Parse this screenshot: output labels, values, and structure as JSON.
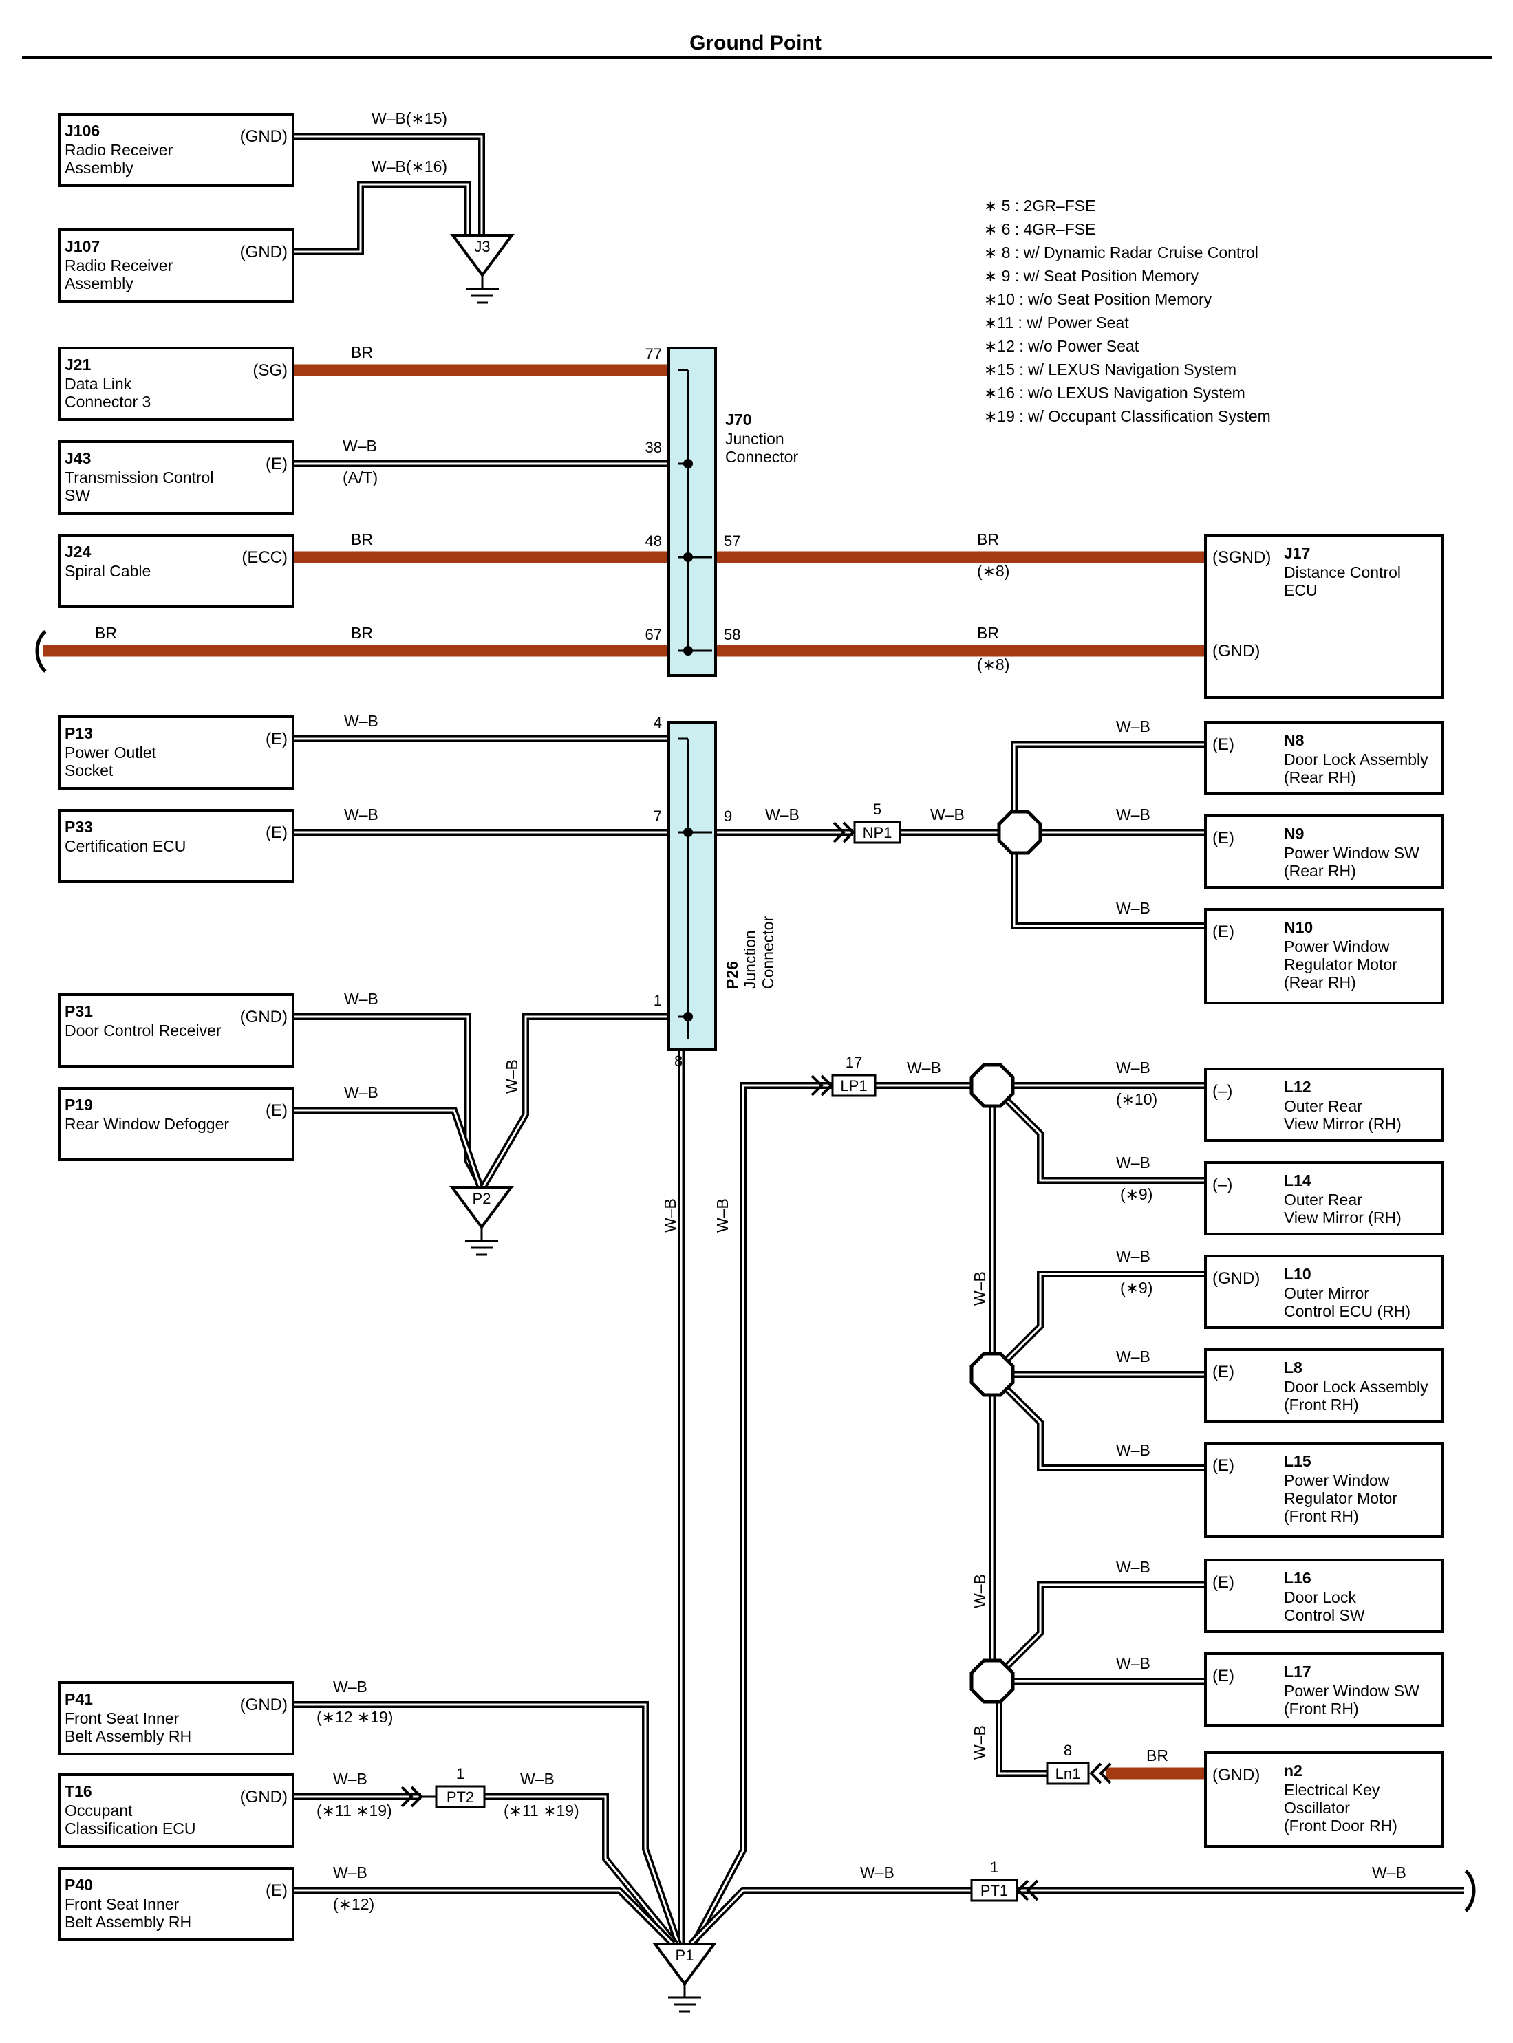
{
  "title": "Ground Point",
  "notes": [
    "∗ 5 : 2GR–FSE",
    "∗ 6 : 4GR–FSE",
    "∗ 8 : w/ Dynamic Radar Cruise Control",
    "∗ 9 : w/ Seat Position Memory",
    "∗10 : w/o Seat Position Memory",
    "∗11 : w/ Power Seat",
    "∗12 : w/o Power Seat",
    "∗15 : w/ LEXUS Navigation System",
    "∗16 : w/o LEXUS Navigation System",
    "∗19 : w/ Occupant Classification System"
  ],
  "colors": {
    "wire_br": "#a33a12",
    "junction_fill": "#cdeef0",
    "line": "#000000"
  },
  "components": {
    "J106": {
      "code": "J106",
      "name": [
        "Radio Receiver",
        "Assembly"
      ],
      "term": "(GND)"
    },
    "J107": {
      "code": "J107",
      "name": [
        "Radio Receiver",
        "Assembly"
      ],
      "term": "(GND)"
    },
    "J21": {
      "code": "J21",
      "name": [
        "Data Link",
        "Connector 3"
      ],
      "term": "(SG)"
    },
    "J43": {
      "code": "J43",
      "name": [
        "Transmission Control",
        "SW"
      ],
      "term": "(E)"
    },
    "J24": {
      "code": "J24",
      "name": [
        "Spiral Cable"
      ],
      "term": "(ECC)"
    },
    "J17": {
      "code": "J17",
      "name": [
        "Distance Control",
        "ECU"
      ],
      "terms": [
        "(SGND)",
        "(GND)"
      ]
    },
    "P13": {
      "code": "P13",
      "name": [
        "Power Outlet",
        "Socket"
      ],
      "term": "(E)"
    },
    "P33": {
      "code": "P33",
      "name": [
        "Certification ECU"
      ],
      "term": "(E)"
    },
    "P31": {
      "code": "P31",
      "name": [
        "Door Control Receiver"
      ],
      "term": "(GND)"
    },
    "P19": {
      "code": "P19",
      "name": [
        "Rear Window Defogger"
      ],
      "term": "(E)"
    },
    "N8": {
      "code": "N8",
      "name": [
        "Door Lock Assembly",
        "(Rear RH)"
      ],
      "term": "(E)"
    },
    "N9": {
      "code": "N9",
      "name": [
        "Power Window SW",
        "(Rear RH)"
      ],
      "term": "(E)"
    },
    "N10": {
      "code": "N10",
      "name": [
        "Power Window",
        "Regulator Motor",
        "(Rear RH)"
      ],
      "term": "(E)"
    },
    "L12": {
      "code": "L12",
      "name": [
        "Outer Rear",
        "View Mirror (RH)"
      ],
      "term": "(–)"
    },
    "L14": {
      "code": "L14",
      "name": [
        "Outer Rear",
        "View Mirror (RH)"
      ],
      "term": "(–)"
    },
    "L10": {
      "code": "L10",
      "name": [
        "Outer Mirror",
        "Control ECU (RH)"
      ],
      "term": "(GND)"
    },
    "L8": {
      "code": "L8",
      "name": [
        "Door Lock Assembly",
        "(Front RH)"
      ],
      "term": "(E)"
    },
    "L15": {
      "code": "L15",
      "name": [
        "Power Window",
        "Regulator Motor",
        "(Front RH)"
      ],
      "term": "(E)"
    },
    "L16": {
      "code": "L16",
      "name": [
        "Door Lock",
        "Control SW"
      ],
      "term": "(E)"
    },
    "L17": {
      "code": "L17",
      "name": [
        "Power Window SW",
        "(Front RH)"
      ],
      "term": "(E)"
    },
    "n2": {
      "code": "n2",
      "name": [
        "Electrical Key",
        "Oscillator",
        "(Front Door RH)"
      ],
      "term": "(GND)"
    },
    "P41": {
      "code": "P41",
      "name": [
        "Front Seat Inner",
        "Belt Assembly RH"
      ],
      "term": "(GND)"
    },
    "T16": {
      "code": "T16",
      "name": [
        "Occupant",
        "Classification ECU"
      ],
      "term": "(GND)"
    },
    "P40": {
      "code": "P40",
      "name": [
        "Front Seat Inner",
        "Belt Assembly RH"
      ],
      "term": "(E)"
    }
  },
  "junctions": {
    "J70": {
      "code": "J70",
      "name": [
        "Junction",
        "Connector"
      ],
      "pins": [
        "77",
        "38",
        "48",
        "67",
        "57",
        "58"
      ]
    },
    "P26": {
      "code": "P26",
      "name": [
        "Junction",
        "Connector"
      ],
      "pins": [
        "4",
        "7",
        "1",
        "9",
        "8"
      ]
    }
  },
  "grounds": {
    "J3": "J3",
    "P2": "P2",
    "P1": "P1"
  },
  "connectors": {
    "NP1": {
      "code": "NP1",
      "pin": "5"
    },
    "LP1": {
      "code": "LP1",
      "pin": "17"
    },
    "Ln1": {
      "code": "Ln1",
      "pin": "8"
    },
    "PT2": {
      "code": "PT2",
      "pin": "1"
    },
    "PT1": {
      "code": "PT1",
      "pin": "1"
    }
  },
  "wire_labels": {
    "wb": "W–B",
    "br": "BR",
    "wb_15": "W–B(∗15)",
    "wb_16": "W–B(∗16)",
    "at": "(A/T)",
    "n8": "(∗8)",
    "n9": "(∗9)",
    "n10": "(∗10)",
    "n12": "(∗12)",
    "n12_19": "(∗12 ∗19)",
    "n11_19": "(∗11 ∗19)"
  }
}
